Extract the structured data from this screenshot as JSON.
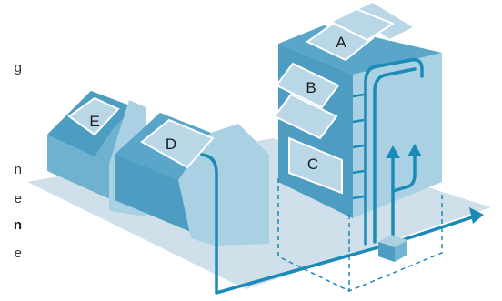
{
  "edge_text": [
    {
      "text": "g",
      "bold": false
    },
    {
      "text": "n",
      "bold": false
    },
    {
      "text": "e",
      "bold": false
    },
    {
      "text": "n",
      "bold": true
    },
    {
      "text": "e",
      "bold": false
    }
  ],
  "panels": {
    "a": "A",
    "b": "B",
    "c": "C",
    "d": "D",
    "e": "E"
  },
  "colors": {
    "ground": "#cfe0ea",
    "wall_dark": "#4d9dc2",
    "wall_mid": "#72b5d2",
    "wall_light": "#a9d0e3",
    "panel": "#b9d7e6",
    "pipe": "#1a8ab7"
  }
}
